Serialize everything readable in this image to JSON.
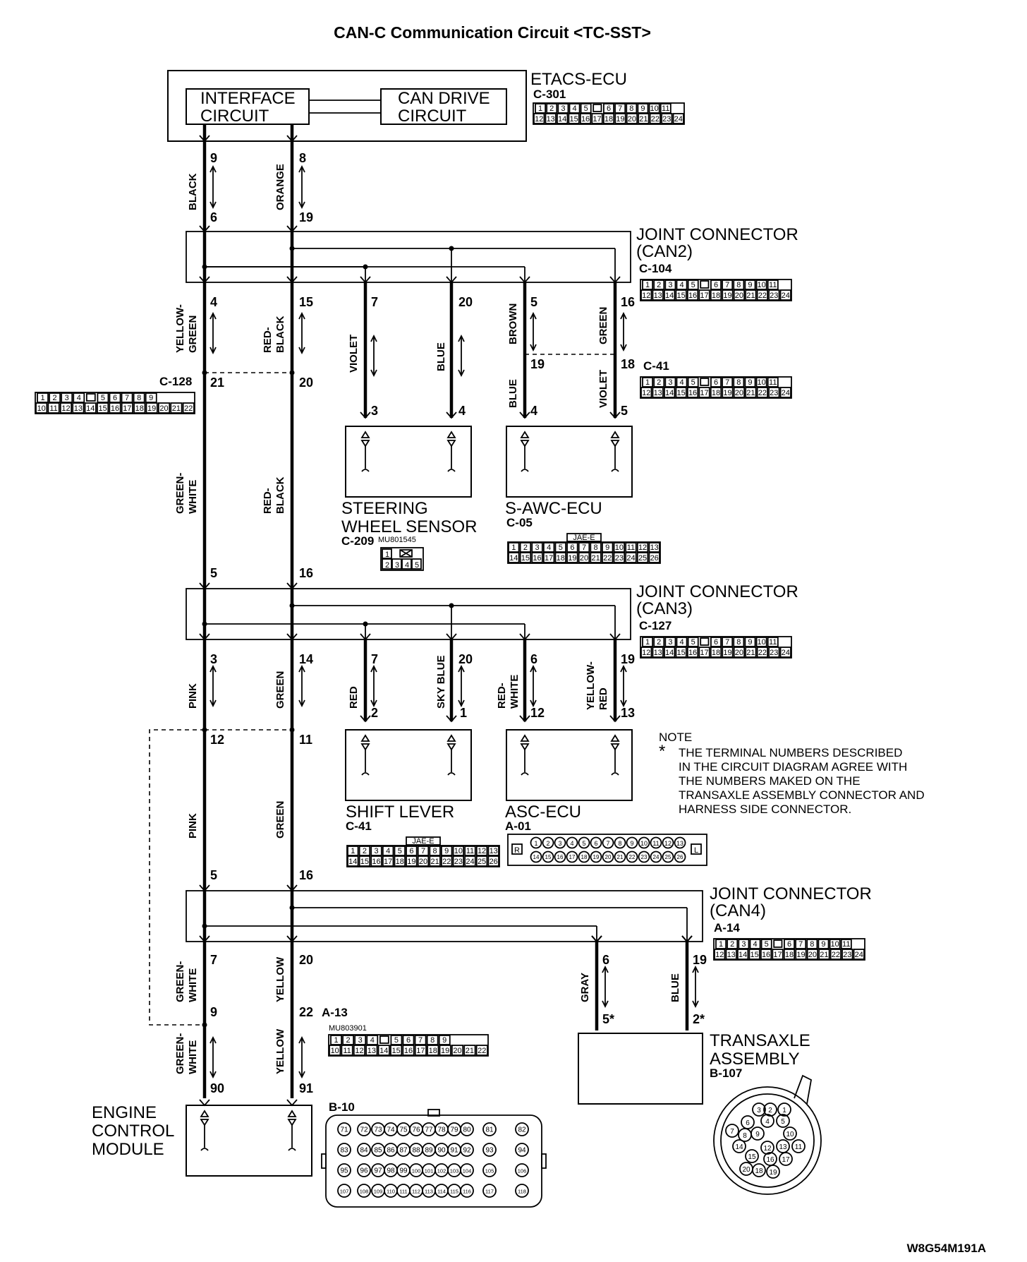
{
  "title": "CAN-C Communication Circuit <TC-SST>",
  "etacs": {
    "name": "ETACS-ECU",
    "code": "C-301",
    "interface": [
      "INTERFACE",
      "CIRCUIT"
    ],
    "can_drive": [
      "CAN DRIVE",
      "CIRCUIT"
    ]
  },
  "joint2": {
    "name": [
      "JOINT CONNECTOR",
      "(CAN2)"
    ],
    "code": "C-104"
  },
  "joint3": {
    "name": [
      "JOINT CONNECTOR",
      "(CAN3)"
    ],
    "code": "C-127"
  },
  "joint4": {
    "name": [
      "JOINT CONNECTOR",
      "(CAN4)"
    ],
    "code": "A-14"
  },
  "c41_top": {
    "code": "C-41"
  },
  "c128": {
    "code": "C-128"
  },
  "a13": {
    "code": "A-13",
    "part": "MU803901"
  },
  "steering": {
    "name": [
      "STEERING",
      "WHEEL SENSOR"
    ],
    "code": "C-209",
    "part": "MU801545"
  },
  "sawc": {
    "name": "S-AWC-ECU",
    "code": "C-05",
    "jae": "JAE-E"
  },
  "shift": {
    "name": "SHIFT LEVER",
    "code": "C-41",
    "jae": "JAE-E"
  },
  "asc": {
    "name": "ASC-ECU",
    "code": "A-01"
  },
  "ecm": {
    "name": [
      "ENGINE",
      "CONTROL",
      "MODULE"
    ],
    "code": "B-10"
  },
  "transaxle": {
    "name": [
      "TRANSAXLE",
      "ASSEMBLY"
    ],
    "code": "B-107"
  },
  "note": {
    "heading": "NOTE",
    "star": "*",
    "lines": [
      "THE TERMINAL NUMBERS DESCRIBED",
      "IN THE CIRCUIT DIAGRAM AGREE WITH",
      "THE NUMBERS MAKED ON THE",
      "TRANSAXLE ASSEMBLY CONNECTOR AND",
      "HARNESS SIDE CONNECTOR."
    ]
  },
  "wires": {
    "black": "BLACK",
    "orange": "ORANGE",
    "yellow_green": [
      "YELLOW-",
      "GREEN"
    ],
    "red_black": [
      "RED-",
      "BLACK"
    ],
    "violet": "VIOLET",
    "blue": "BLUE",
    "brown": "BROWN",
    "green": "GREEN",
    "green_white": [
      "GREEN-",
      "WHITE"
    ],
    "pink": "PINK",
    "red": "RED",
    "sky_blue": "SKY BLUE",
    "red_white": [
      "RED-",
      "WHITE"
    ],
    "yellow_red": [
      "YELLOW-",
      "RED"
    ],
    "yellow": "YELLOW",
    "gray": "GRAY"
  },
  "pins": {
    "p9": "9",
    "p8": "8",
    "p6": "6",
    "p19": "19",
    "p4": "4",
    "p15": "15",
    "p7": "7",
    "p20": "20",
    "p5": "5",
    "p16": "16",
    "p21": "21",
    "p20b": "20",
    "p19b": "19",
    "p18": "18",
    "p3": "3",
    "p4b": "4",
    "p4c": "4",
    "p5b": "5",
    "p5c": "5",
    "p16b": "16",
    "p3b": "3",
    "p14": "14",
    "p7b": "7",
    "p20c": "20",
    "p6b": "6",
    "p19c": "19",
    "p2": "2",
    "p1": "1",
    "p12": "12",
    "p13": "13",
    "p12b": "12",
    "p11": "11",
    "p5d": "5",
    "p16c": "16",
    "p7c": "7",
    "p20d": "20",
    "p6c": "6",
    "p19d": "19",
    "p9b": "9",
    "p22": "22",
    "p5e": "5*",
    "p2b": "2*",
    "p90": "90",
    "p91": "91"
  },
  "connector24": {
    "row1": [
      "1",
      "2",
      "3",
      "4",
      "5",
      "6",
      "7",
      "8",
      "9",
      "10",
      "11"
    ],
    "row2": [
      "12",
      "13",
      "14",
      "15",
      "16",
      "17",
      "18",
      "19",
      "20",
      "21",
      "22",
      "23",
      "24"
    ]
  },
  "connector22": {
    "row1": [
      "1",
      "2",
      "3",
      "4",
      "5",
      "6",
      "7",
      "8",
      "9"
    ],
    "row2": [
      "10",
      "11",
      "12",
      "13",
      "14",
      "15",
      "16",
      "17",
      "18",
      "19",
      "20",
      "21",
      "22"
    ]
  },
  "connector26": {
    "row1": [
      "1",
      "2",
      "3",
      "4",
      "5",
      "6",
      "7",
      "8",
      "9",
      "10",
      "11",
      "12",
      "13"
    ],
    "row2": [
      "14",
      "15",
      "16",
      "17",
      "18",
      "19",
      "20",
      "21",
      "22",
      "23",
      "24",
      "25",
      "26"
    ]
  },
  "connector5": {
    "row1": [
      "1"
    ],
    "row2": [
      "2",
      "3",
      "4",
      "5"
    ]
  },
  "asc_conn": {
    "left": "R",
    "right": "L",
    "row1": [
      "1",
      "2",
      "3",
      "4",
      "5",
      "6",
      "7",
      "8",
      "9",
      "10",
      "11",
      "12",
      "13"
    ],
    "row2": [
      "14",
      "15",
      "16",
      "17",
      "18",
      "19",
      "20",
      "21",
      "22",
      "23",
      "24",
      "25",
      "26"
    ]
  },
  "ecm_conn": {
    "rows": [
      [
        "71",
        "72",
        "73",
        "74",
        "75",
        "76",
        "77",
        "78",
        "79",
        "80",
        "81",
        "82"
      ],
      [
        "83",
        "84",
        "85",
        "86",
        "87",
        "88",
        "89",
        "90",
        "91",
        "92",
        "93",
        "94"
      ],
      [
        "95",
        "96",
        "97",
        "98",
        "99",
        "100",
        "101",
        "102",
        "103",
        "104",
        "105",
        "106"
      ],
      [
        "107",
        "108",
        "109",
        "110",
        "111",
        "112",
        "113",
        "114",
        "115",
        "116",
        "117",
        "118"
      ]
    ]
  },
  "round_conn": {
    "pins": [
      "1",
      "2",
      "3",
      "4",
      "5",
      "6",
      "7",
      "8",
      "9",
      "10",
      "11",
      "12",
      "13",
      "14",
      "15",
      "16",
      "17",
      "18",
      "19",
      "20"
    ]
  },
  "drawing_id": "W8G54M191A"
}
